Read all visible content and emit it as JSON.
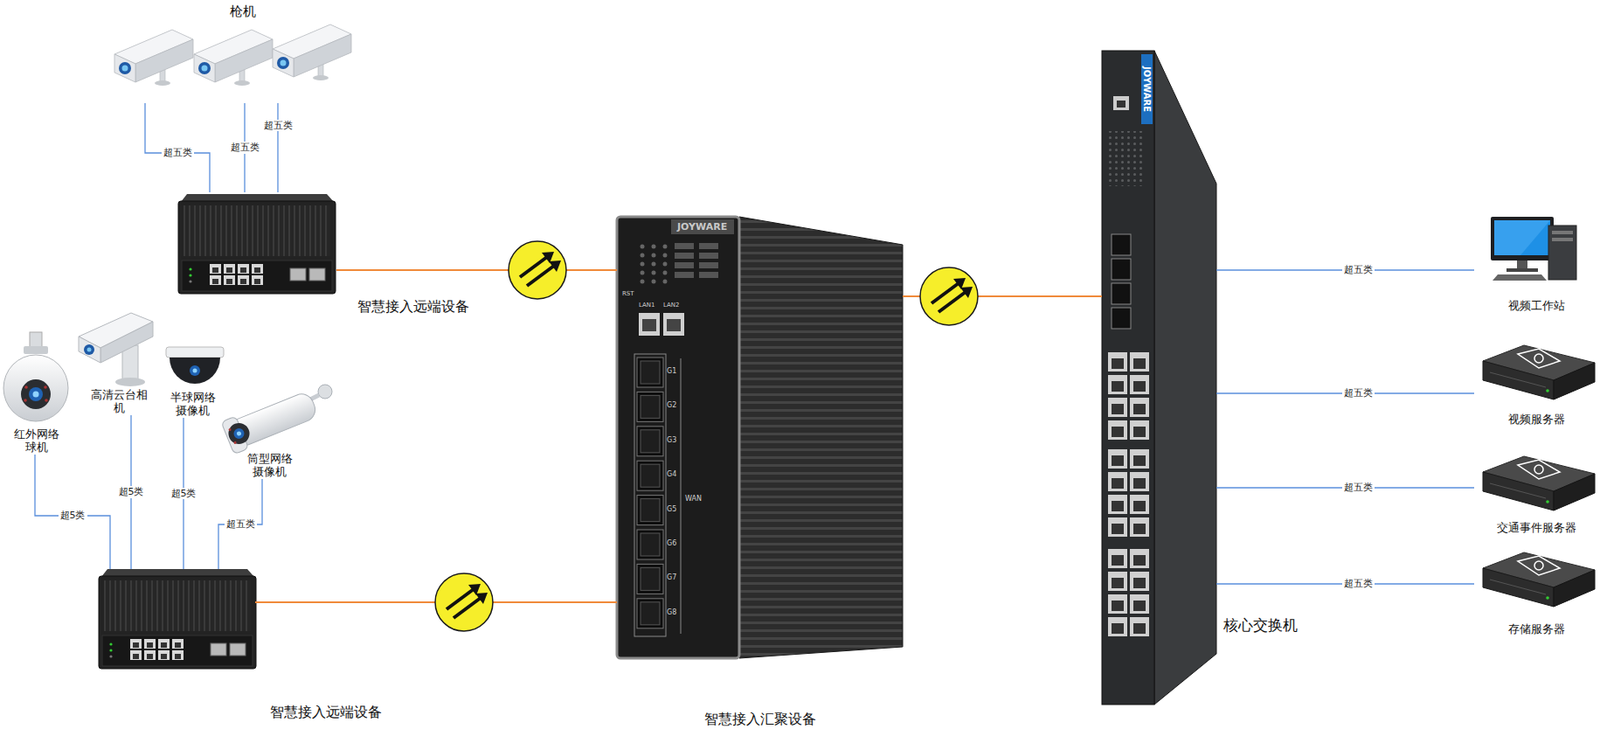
{
  "diagram": {
    "nodes": [
      {
        "text": [
          "枪机"
        ]
      },
      {
        "text": [
          "智慧接入远端设备"
        ]
      },
      {
        "text": [
          "红外网络球机"
        ]
      },
      {
        "text": [
          "高清云台相机"
        ]
      },
      {
        "text": [
          "半球网络摄像机"
        ]
      },
      {
        "text": [
          "筒型网络摄像机"
        ]
      },
      {
        "text": [
          "智慧接入远端设备"
        ]
      },
      {
        "text": [
          "智慧接入汇聚设备"
        ]
      },
      {
        "text": [
          "核心交换机"
        ]
      },
      {
        "text": [
          "视频工作站"
        ]
      },
      {
        "text": [
          "视频服务器"
        ]
      },
      {
        "text": [
          "交通事件服务器"
        ]
      },
      {
        "text": [
          "存储服务器"
        ]
      }
    ],
    "edges": [
      {
        "from": 0,
        "to": 1,
        "label": "超五类",
        "arrow": "none"
      },
      {
        "from": 0,
        "to": 1,
        "label": "超五类",
        "arrow": "none"
      },
      {
        "from": 0,
        "to": 1,
        "label": "超五类",
        "arrow": "none"
      },
      {
        "from": 2,
        "to": 6,
        "label": "超5类",
        "arrow": "none"
      },
      {
        "from": 3,
        "to": 6,
        "label": "超5类",
        "arrow": "none"
      },
      {
        "from": 4,
        "to": 6,
        "label": "超5类",
        "arrow": "none"
      },
      {
        "from": 5,
        "to": 6,
        "label": "超五类",
        "arrow": "none"
      },
      {
        "from": 1,
        "to": 7,
        "arrow": "none"
      },
      {
        "from": 6,
        "to": 7,
        "arrow": "none"
      },
      {
        "from": 7,
        "to": 8,
        "arrow": "none"
      },
      {
        "from": 8,
        "to": 9,
        "label": "超五类",
        "arrow": "none"
      },
      {
        "from": 8,
        "to": 10,
        "label": "超五类",
        "arrow": "none"
      },
      {
        "from": 8,
        "to": 11,
        "label": "超五类",
        "arrow": "none"
      },
      {
        "from": 8,
        "to": 12,
        "label": "超五类",
        "arrow": "none"
      }
    ],
    "labels": [
      "JOYWARE",
      "RST",
      "LAN1",
      "LAN2",
      "G1",
      "G2",
      "G3",
      "G4",
      "G5",
      "G6",
      "G7",
      "G8",
      "WAN",
      "JOYWARE"
    ]
  }
}
